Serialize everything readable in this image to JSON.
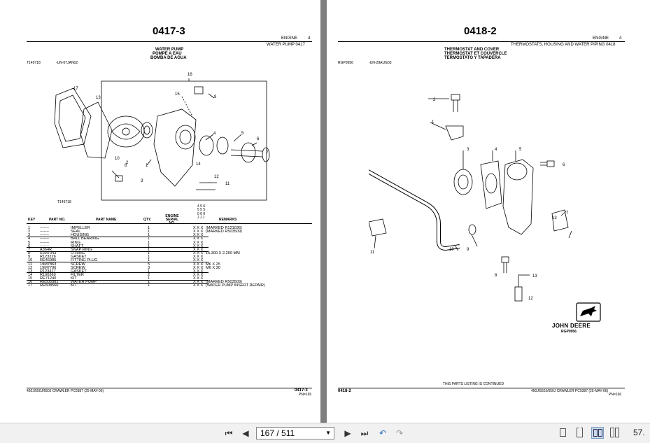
{
  "left_page": {
    "page_id": "0417-3",
    "section": "ENGINE",
    "section_no": "4",
    "group_title": "WATER PUMP 0417",
    "title_lines": [
      "WATER PUMP",
      "POMPE A EAU",
      "BOMBA DE AGUA"
    ],
    "illus_code": "T149718",
    "illus_date": "-UN-07JAN02",
    "illus_caption": "T149718",
    "callouts": [
      "1",
      "2",
      "3",
      "4",
      "5",
      "6",
      "7",
      "8",
      "9",
      "10",
      "11",
      "12",
      "13",
      "14",
      "15",
      "16",
      "17"
    ],
    "table_headers": {
      "key": "KEY",
      "part_no": "PART NO.",
      "part_name": "PART NAME",
      "qty": "QTY.",
      "serial": "ENGINE SERIAL NO.",
      "remarks": "REMARKS",
      "model_codes": "4 5 6\n5 5 5\n0 0 0\nJ J J"
    },
    "rows": [
      {
        "key": "1",
        "part_no": "-------",
        "name": "IMPELLER",
        "qty": "1",
        "x": "X X X",
        "remarks": "(MARKED R121036)"
      },
      {
        "key": "2",
        "part_no": "-------",
        "name": "SEAL",
        "qty": "1",
        "x": "X X X",
        "remarks": "(MARKED R503509)"
      },
      {
        "key": "3",
        "part_no": "-------",
        "name": "HOUSING",
        "qty": "1",
        "x": "X X X",
        "remarks": ""
      },
      {
        "key": "4",
        "part_no": "-------",
        "name": "BALL BEARING",
        "qty": "1",
        "x": "X X X",
        "remarks": ""
      },
      {
        "key": "5",
        "part_no": "-------",
        "name": "RING",
        "qty": "1",
        "x": "X X X",
        "remarks": ""
      },
      {
        "key": "6",
        "part_no": "-------",
        "name": "SHAFT",
        "qty": "1",
        "x": "X X X",
        "remarks": ""
      },
      {
        "key": "7",
        "part_no": "A364R",
        "name": "SNAP RING",
        "qty": "1",
        "x": "X X X",
        "remarks": ""
      },
      {
        "key": "8",
        "part_no": "51M7043",
        "name": "O-RING",
        "qty": "1",
        "x": "X X X",
        "remarks": "15.300 X 2.200 MM"
      },
      {
        "key": "9",
        "part_no": "R123226",
        "name": "GASKET",
        "qty": "1",
        "x": "X X X",
        "remarks": ""
      },
      {
        "key": "10",
        "part_no": "RE46985",
        "name": "FITTING PLUG",
        "qty": "1",
        "x": "X X X",
        "remarks": ""
      },
      {
        "key": "11",
        "part_no": "19M7863",
        "name": "SCREW",
        "qty": "5",
        "x": "X X X",
        "remarks": "M6 X 25"
      },
      {
        "key": "12",
        "part_no": "19M7796",
        "name": "SCREW",
        "qty": "3",
        "x": "X X X",
        "remarks": "M6 X 30"
      },
      {
        "key": "13",
        "part_no": "R123417",
        "name": "GASKET",
        "qty": "1",
        "x": "X X X",
        "remarks": ""
      },
      {
        "key": "14",
        "part_no": "R100369",
        "name": "FILTER",
        "qty": "2",
        "x": "X X X",
        "remarks": ""
      },
      {
        "key": "15",
        "part_no": "RE71240",
        "name": "KIT",
        "qty": "1",
        "x": "X X X",
        "remarks": ""
      },
      {
        "key": "16",
        "part_no": "RE505981",
        "name": "WATER PUMP",
        "qty": "1",
        "x": "X X X",
        "remarks": "(MARKED R503509)"
      },
      {
        "key": "17",
        "part_no": "RE508566",
        "name": "KIT",
        "qty": "1",
        "x": "X X X",
        "remarks": "(WATER PUMP INSERT REPAIR)"
      }
    ],
    "footer_left": "450J/550J/650J CRAWLER   PC9387   (25-MAY-06)",
    "footer_right": "0417-3",
    "footer_sub": "PN=165"
  },
  "right_page": {
    "page_id": "0418-2",
    "section": "ENGINE",
    "section_no": "4",
    "group_title": "THERMOSTATS, HOUSING AND WATER PIPING 0418",
    "title_lines": [
      "THERMOSTAT AND COVER",
      "THERMOSTAT ET COUVERCLE",
      "TERMOSTATO Y TAPADERA"
    ],
    "illus_code": "RGP9956",
    "illus_date": "-UN-28AUG03",
    "brand": "JOHN DEERE",
    "brand_code": "RGP9956",
    "callouts": [
      "1",
      "2",
      "3",
      "4",
      "5",
      "6",
      "7",
      "8",
      "9",
      "10",
      "11",
      "12",
      "13",
      "13"
    ],
    "footer_left": "0418-2",
    "footer_continued": "THIS PARTS LISTING IS CONTINUED",
    "footer_right": "450J/550J/650J CRAWLER   PC9387   (25-MAY-06)",
    "footer_sub": "PN=166"
  },
  "toolbar": {
    "page_display": "167 / 511",
    "zoom_display": "57.",
    "colors": {
      "bar_bg": "#f1f1f1",
      "viewer_bg": "#7f7f7f",
      "active_view": "#c8d8ec"
    }
  }
}
